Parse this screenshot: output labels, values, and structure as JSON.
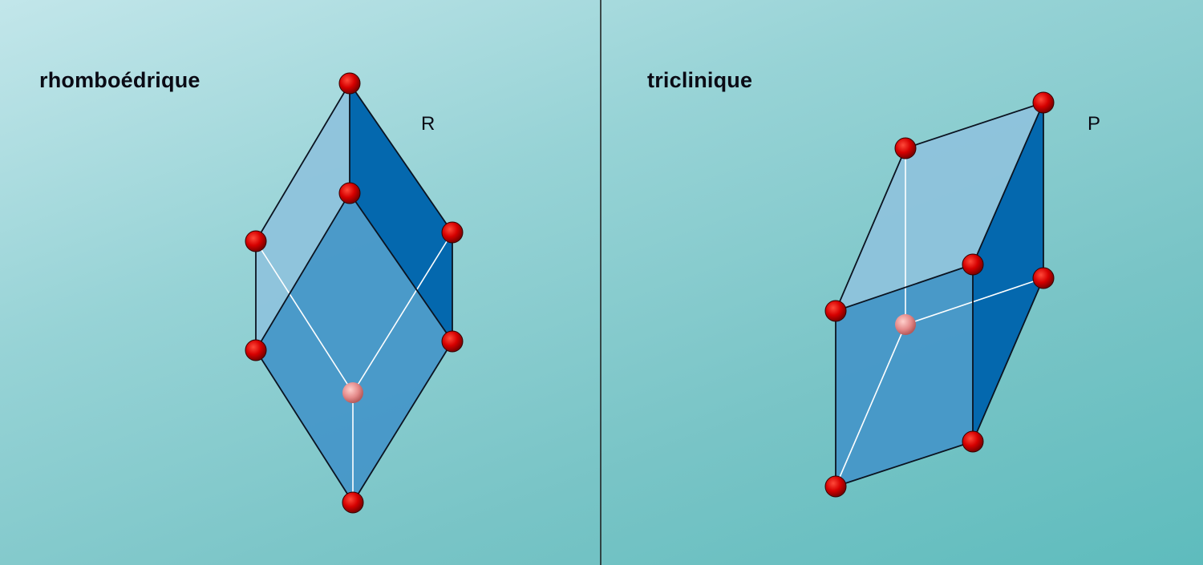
{
  "panels": [
    {
      "title": "rhomboédrique",
      "lattice_symbol": "R"
    },
    {
      "title": "triclinique",
      "lattice_symbol": "P"
    }
  ],
  "colors": {
    "face_light": "#8ec2dc",
    "face_front": "#4596c8",
    "face_dark": "#0468ae",
    "edge": "#0b1320",
    "hidden_edge": "#ffffff",
    "atom": "#d90000",
    "hidden_atom": "#e58a8a",
    "divider": "#1a1a1a"
  },
  "icons": {
    "lattice_point": "red-sphere",
    "hidden_lattice_point": "pink-sphere"
  }
}
